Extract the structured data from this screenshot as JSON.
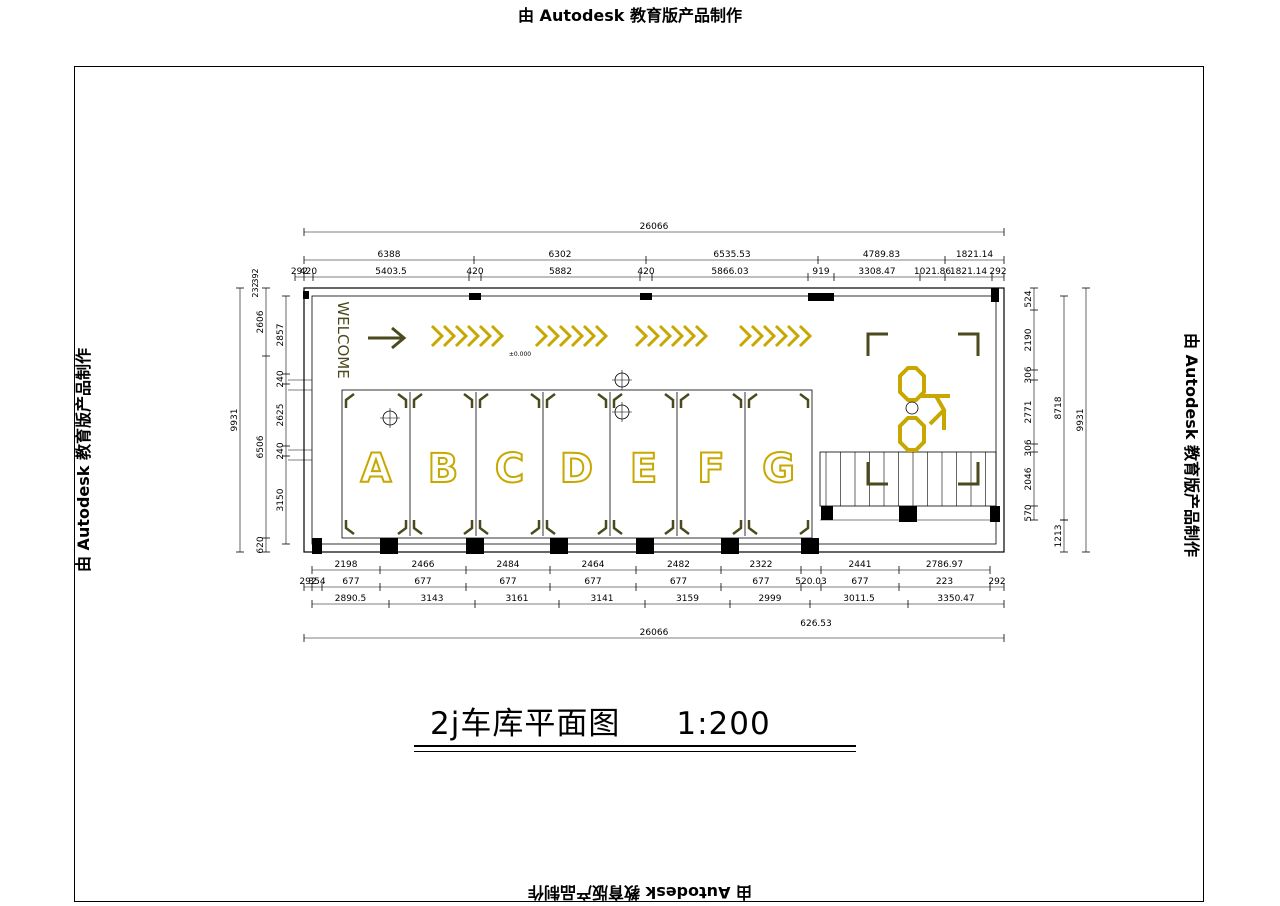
{
  "watermark": "由 Autodesk 教育版产品制作",
  "title": {
    "text": "2j车库平面图",
    "scale": "1:200"
  },
  "welcome_text": "WELCOME",
  "elevation_mark": "±0.000",
  "colors": {
    "line": "#000000",
    "marking": "#c8a800",
    "marking_dark": "#4a4a1e"
  },
  "bays": [
    "A",
    "B",
    "C",
    "D",
    "E",
    "F",
    "G"
  ],
  "dims": {
    "top_total": "26066",
    "top_row1": [
      "6388",
      "6302",
      "6535.53",
      "4789.83",
      "1821.14"
    ],
    "top_row2": [
      "292",
      "420",
      "5403.5",
      "420",
      "5882",
      "420",
      "5866.03",
      "919",
      "3308.47",
      "1021.86",
      "1821.14",
      "292"
    ],
    "bot_row1": [
      "2198",
      "2466",
      "2484",
      "2464",
      "2482",
      "2322",
      "2441",
      "2786.97"
    ],
    "bot_row2": [
      "292",
      "354",
      "677",
      "677",
      "677",
      "677",
      "677",
      "677",
      "520.03",
      "677",
      "223",
      "292"
    ],
    "bot_row3": [
      "2890.5",
      "3143",
      "3161",
      "3141",
      "3159",
      "2999",
      "3011.5",
      "3350.47"
    ],
    "bot_extra": "626.53",
    "bot_total": "26066",
    "left_outer": "9931",
    "left_col1": [
      "2606",
      "6506",
      "620"
    ],
    "left_col2": [
      "2857",
      "240",
      "2625",
      "240",
      "3150"
    ],
    "left_top_small": "232",
    "left_top_small2": "392",
    "right_col1": [
      "524",
      "2190",
      "306",
      "2771",
      "306",
      "2046",
      "570"
    ],
    "right_mid": "8718",
    "right_outer": "9931",
    "right_bottom": "1213"
  }
}
